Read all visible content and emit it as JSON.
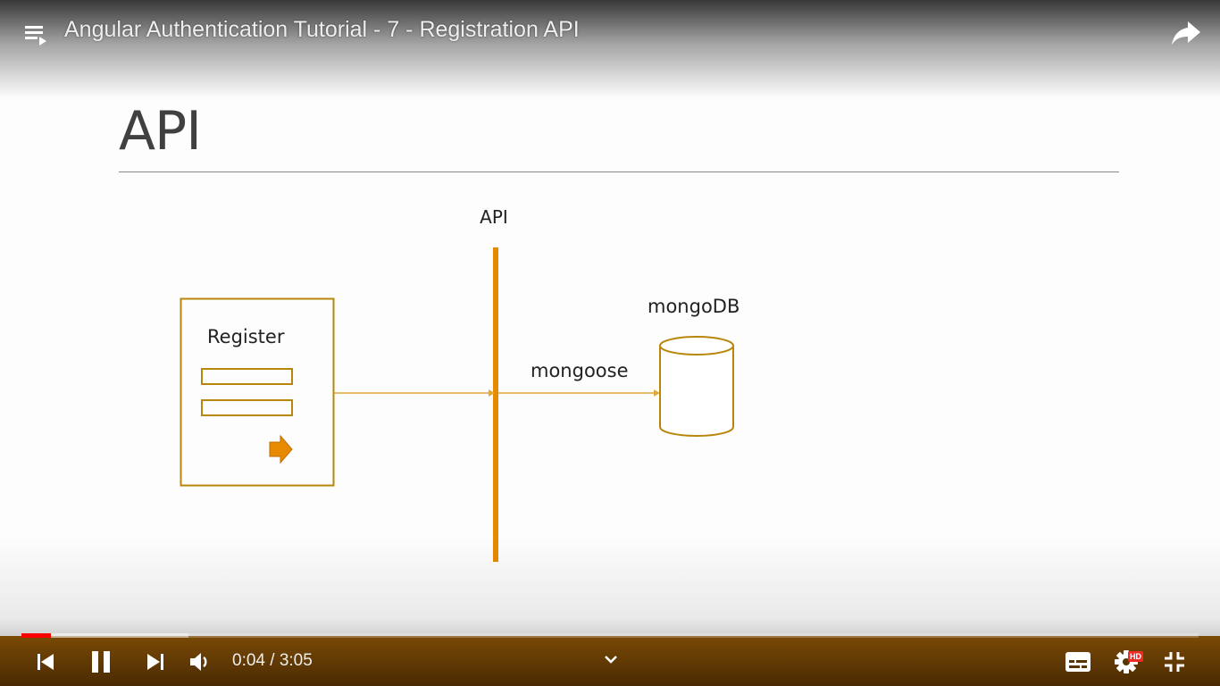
{
  "video": {
    "title": "Angular Authentication Tutorial - 7 - Registration API"
  },
  "slide": {
    "title": "API",
    "diagram": {
      "api_label": "API",
      "form_label": "Register",
      "db_label": "mongoDB",
      "connector_label": "mongoose"
    }
  },
  "player": {
    "current_time": "0:04",
    "duration": "3:05",
    "time_display": "0:04 / 3:05",
    "played_fraction": 0.025,
    "buffered_fraction": 0.142,
    "hd_badge": "HD"
  },
  "icons": {
    "playlist": "playlist-icon",
    "share": "share-icon",
    "previous": "previous-icon",
    "pause": "pause-icon",
    "next": "next-icon",
    "volume": "volume-icon",
    "chevron": "chevron-down-icon",
    "subtitles": "subtitles-icon",
    "settings": "gear-icon",
    "exit_fullscreen": "exit-fullscreen-icon"
  },
  "colors": {
    "accent_orange": "#e88a00",
    "diagram_gold": "#b8860b",
    "progress_red": "#ff0000"
  }
}
